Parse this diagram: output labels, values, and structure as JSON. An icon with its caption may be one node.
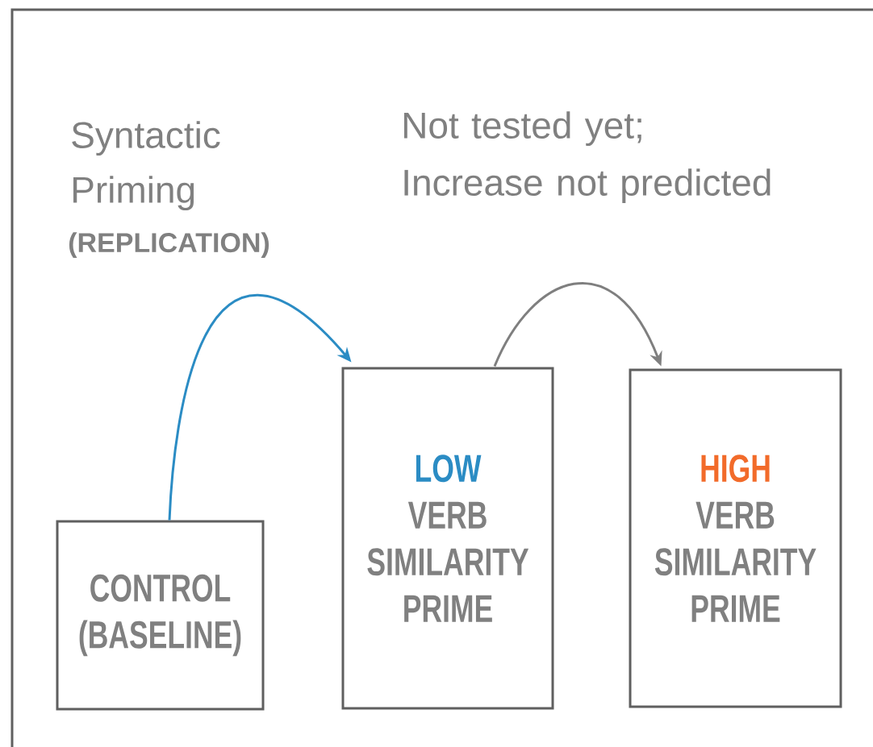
{
  "diagram": {
    "nodes": [
      {
        "text": [
          "CONTROL (BASELINE)"
        ]
      },
      {
        "text": [
          "LOW",
          "VERB SIMILARITY PRIME"
        ]
      },
      {
        "text": [
          "HIGH",
          "VERB SIMILARITY PRIME"
        ]
      }
    ],
    "edges": [
      {
        "from": 0,
        "to": 1,
        "arrow": "to",
        "color": "#2b8cc4"
      },
      {
        "from": 1,
        "to": 2,
        "arrow": "to",
        "color": "#7f7f7f"
      }
    ],
    "labels": [
      "Syntactic Priming",
      "(REPLICATION)",
      "Not tested yet; Increase not predicted"
    ]
  }
}
